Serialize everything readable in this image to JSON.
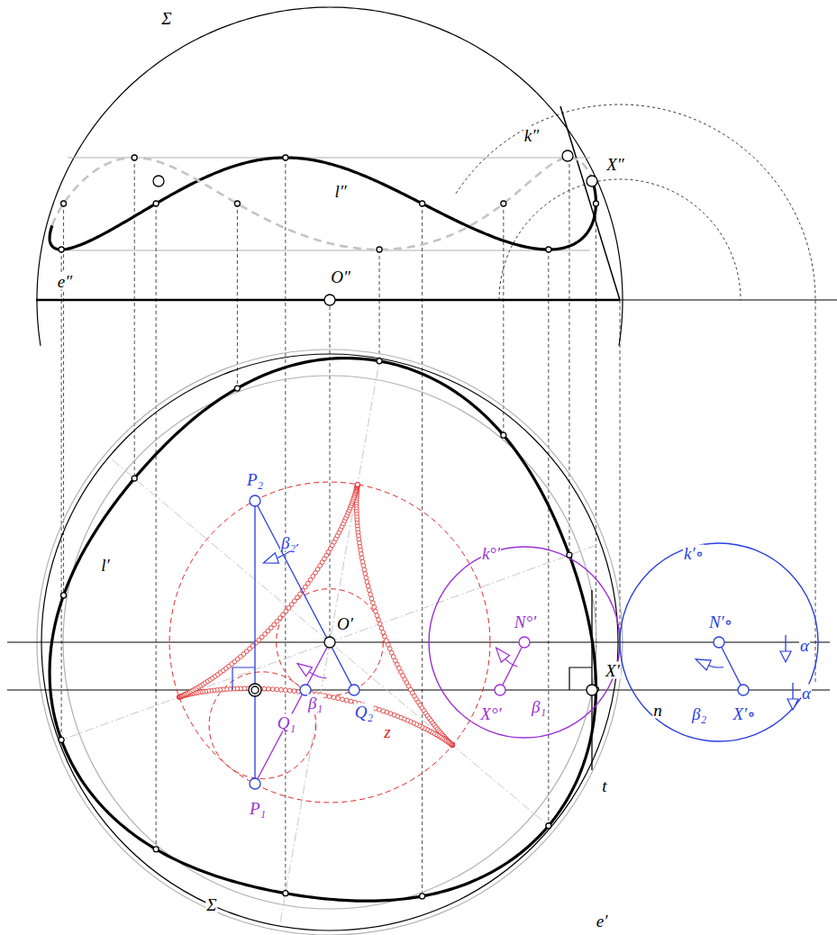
{
  "diagram": {
    "labels": [
      "Σ",
      "k″",
      "X″",
      "l″",
      "e″",
      "O″",
      "l′",
      "P₂",
      "β₂",
      "O′",
      "Q₂",
      "β₁",
      "Q₁",
      "z",
      "P₁",
      "k°′",
      "N°′",
      "X°′",
      "β₁",
      "X′",
      "n",
      "t",
      "k′∘",
      "N′∘",
      "β₂",
      "X′∘",
      "α",
      "α",
      "e′",
      "Σ"
    ]
  }
}
